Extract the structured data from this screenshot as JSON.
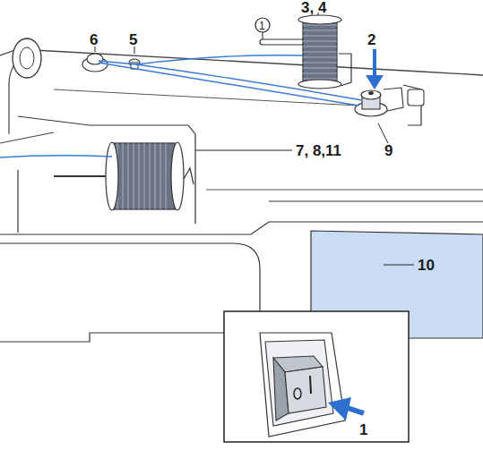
{
  "diagram": {
    "labels": [
      "1",
      "3, 4",
      "2",
      "6",
      "5",
      "9",
      "7, 8,11",
      "10",
      "1"
    ]
  }
}
